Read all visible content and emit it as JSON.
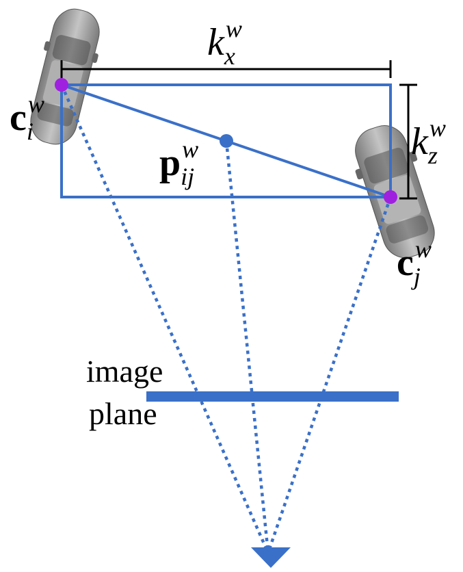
{
  "colors": {
    "blue": "#3a70c8",
    "magenta": "#a020e0",
    "black": "#000000",
    "car_body": "#9a9a9a",
    "car_shade": "#6e6e6e"
  },
  "labels": {
    "kx": {
      "base": "k",
      "sub": "x",
      "sup": "w"
    },
    "kz": {
      "base": "k",
      "sub": "z",
      "sup": "w"
    },
    "ci": {
      "base": "c",
      "sub": "i",
      "sup": "w"
    },
    "cj": {
      "base": "c",
      "sub": "j",
      "sup": "w"
    },
    "pij": {
      "base": "p",
      "sub": "ij",
      "sup": "w"
    },
    "image_plane_line1": "image",
    "image_plane_line2": "plane"
  },
  "icons": {
    "car_left": "car-top-view-icon",
    "car_right": "car-top-view-icon",
    "camera": "camera-triangle-icon"
  }
}
